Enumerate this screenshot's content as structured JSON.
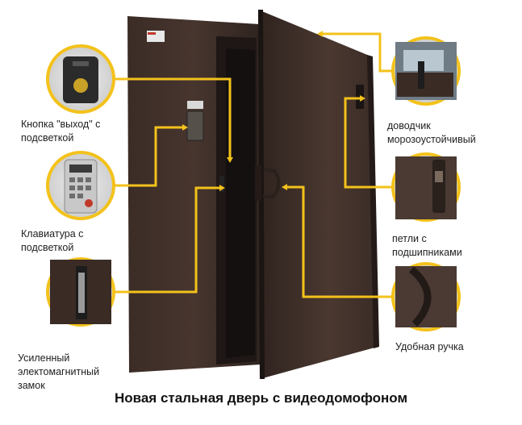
{
  "title": "Новая стальная дверь с видеодомофоном",
  "callouts": [
    {
      "id": "exit-button",
      "label": "Кнопка \"выход\" с\nподсветкой"
    },
    {
      "id": "keypad",
      "label": "Клавиатура с\nподсветкой"
    },
    {
      "id": "magnetic-lock",
      "label": "Усиленный\nэлектомагнитный\nзамок"
    },
    {
      "id": "door-closer",
      "label": "доводчик\nморозоустойчивый"
    },
    {
      "id": "hinges",
      "label": "петли с\nподшипниками"
    },
    {
      "id": "handle",
      "label": "Удобная ручка"
    }
  ],
  "colors": {
    "callout_line": "#f3c21b",
    "door": "#3a2b25",
    "door_dark": "#2a1f1b"
  }
}
